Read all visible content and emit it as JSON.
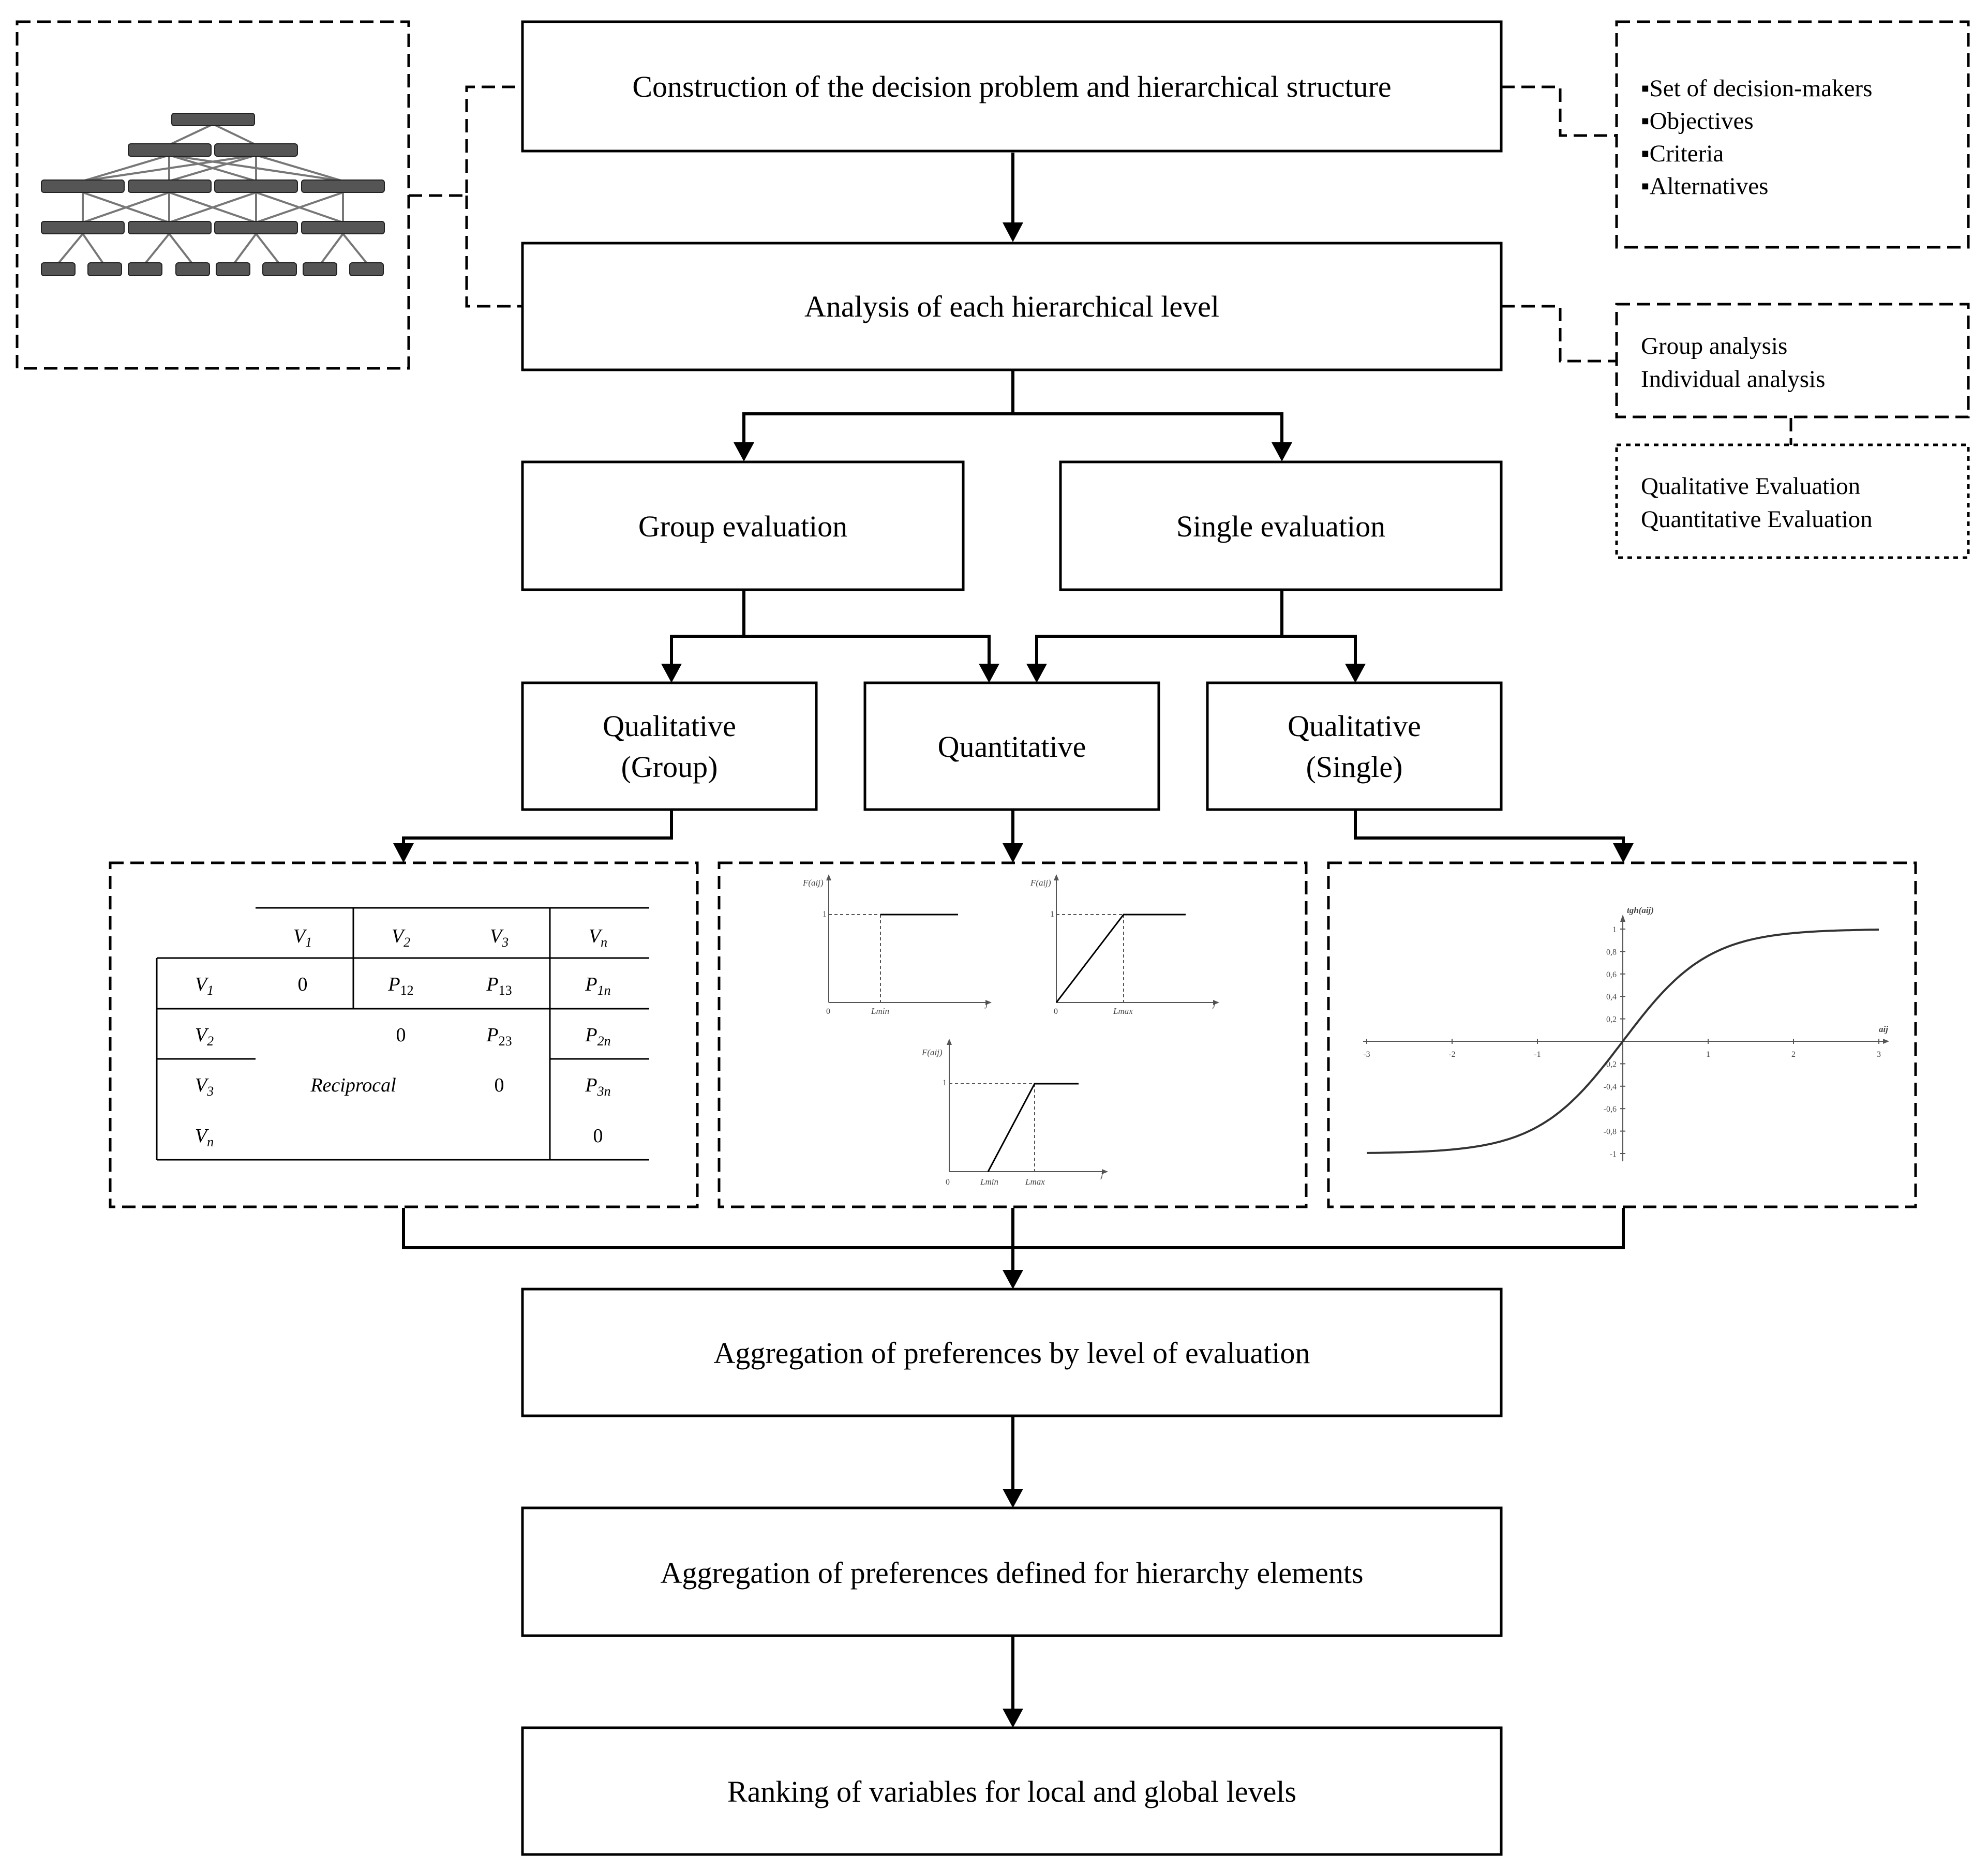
{
  "steps": {
    "construction": "Construction of the decision problem and hierarchical structure",
    "analysis": "Analysis of each hierarchical level",
    "group_eval": "Group evaluation",
    "single_eval": "Single evaluation",
    "qual_group": [
      "Qualitative",
      "(Group)"
    ],
    "quantitative": "Quantitative",
    "qual_single": [
      "Qualitative",
      "(Single)"
    ],
    "agg_level": "Aggregation of preferences by level of evaluation",
    "agg_hier": "Aggregation of preferences defined for hierarchy elements",
    "ranking": "Ranking of variables for local and global levels"
  },
  "side_notes": {
    "construction_items": [
      "▪Set of decision-makers",
      "▪Objectives",
      "▪Criteria",
      "▪Alternatives"
    ],
    "analysis_items": [
      "Group analysis",
      "Individual analysis"
    ],
    "evaluation_items": [
      "Qualitative Evaluation",
      "Quantitative Evaluation"
    ]
  },
  "matrix": {
    "col_headers": [
      "V",
      "V",
      "V",
      "V"
    ],
    "col_subs": [
      "1",
      "2",
      "3",
      "n"
    ],
    "row_headers": [
      "V",
      "V",
      "V",
      "V"
    ],
    "row_subs": [
      "1",
      "2",
      "3",
      "n"
    ],
    "cells": {
      "r1c1": "0",
      "r1c2_main": "P",
      "r1c2_sub": "12",
      "r1c3_main": "P",
      "r1c3_sub": "13",
      "r1c4_main": "P",
      "r1c4_sub": "1n",
      "r2c2": "0",
      "r2c3_main": "P",
      "r2c3_sub": "23",
      "r2c4_main": "P",
      "r2c4_sub": "2n",
      "reciprocal": "Reciprocal",
      "r3c3": "0",
      "r3c4_main": "P",
      "r3c4_sub": "3n",
      "r4c4": "0"
    }
  },
  "functions": {
    "f_label": "F(aij)",
    "one": "1",
    "zero": "0",
    "axis_x": "j",
    "lmin": "Lmin",
    "lmax": "Lmax"
  },
  "tanh_chart": {
    "y_title": "tgh(aij)",
    "x_title": "aij",
    "x_ticks": [
      "-3",
      "-2",
      "-1",
      "1",
      "2",
      "3"
    ],
    "y_ticks": [
      "1",
      "0,8",
      "0,6",
      "0,4",
      "0,2",
      "-0,2",
      "-0,4",
      "-0,6",
      "-0,8",
      "-1"
    ]
  }
}
